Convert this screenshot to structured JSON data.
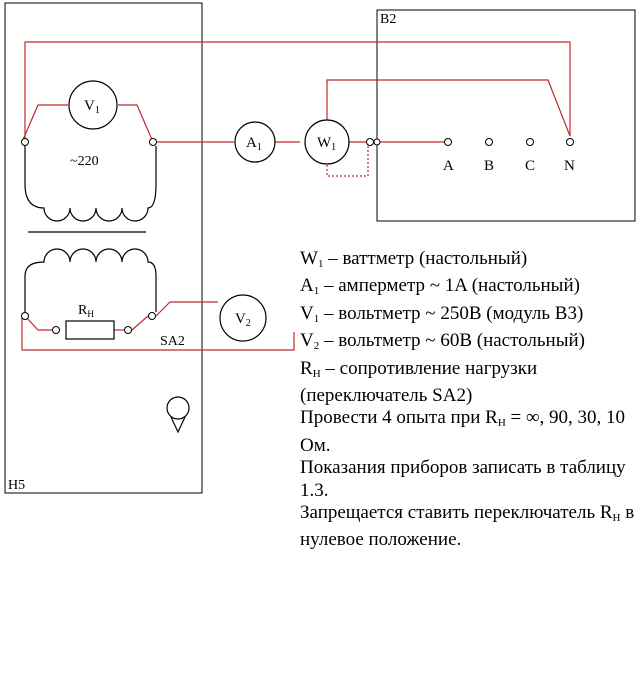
{
  "labels": {
    "b2": "B2",
    "h5": "H5",
    "sa2": "SA2",
    "v1": "V",
    "v1_sub": "1",
    "a1": "A",
    "a1_sub": "1",
    "w1": "W",
    "w1_sub": "1",
    "v2": "V",
    "v2_sub": "2",
    "rh": "R",
    "rh_sub": "H",
    "voltage": "~220",
    "phase_a": "A",
    "phase_b": "B",
    "phase_c": "C",
    "phase_n": "N"
  },
  "description": {
    "w1_sym": "W",
    "w1_sub": "1",
    "w1_text": " – ваттметр (настольный)",
    "a1_sym": "A",
    "a1_sub": "1",
    "a1_text": " – амперметр ~ 1A (настольный)",
    "v1_sym": "V",
    "v1_sub": "1",
    "v1_text": " – вольтметр ~ 250B (модуль B3)",
    "v2_sym": "V",
    "v2_sub": "2",
    "v2_text": " – вольтметр ~ 60B (настольный)",
    "rh_sym": "R",
    "rh_sub": "H",
    "rh_text": " – сопротивление нагрузки (переключатель SA2)",
    "exp_pre": "Провести 4 опыта при R",
    "exp_sub": "H",
    "exp_post": " = ∞, 90, 30, 10 Ом.",
    "record": "Показания приборов записать в таблицу 1.3.",
    "warn_pre": "Запрещается ставить переключатель R",
    "warn_sub": "H",
    "warn_post": " в нулевое положение."
  },
  "colors": {
    "wire": "#c0282d",
    "outline": "#000000"
  }
}
